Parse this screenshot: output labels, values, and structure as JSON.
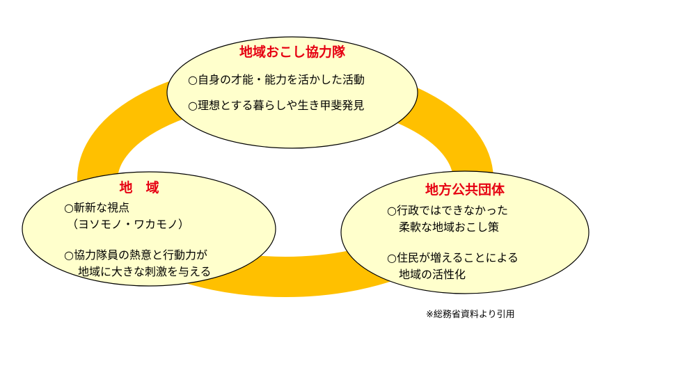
{
  "colors": {
    "ring": "#ffc000",
    "node_fill": "#ffffcc",
    "node_border": "#000000",
    "title_text": "#e60012"
  },
  "nodes": {
    "top": {
      "title": "地域おこし協力隊",
      "items": [
        "○自身の才能・能力を活かした活動",
        "○理想とする暮らしや生き甲斐発見"
      ]
    },
    "left": {
      "title": "地　域",
      "items": [
        "○斬新な視点",
        "（ヨソモノ・ワカモノ）",
        "○協力隊員の熱意と行動力が",
        "地域に大きな刺激を与える"
      ]
    },
    "right": {
      "title": "地方公共団体",
      "items": [
        "○行政ではできなかった",
        "柔軟な地域おこし策",
        "○住民が増えることによる",
        "地域の活性化"
      ]
    }
  },
  "source_note": "※総務省資料より引用"
}
